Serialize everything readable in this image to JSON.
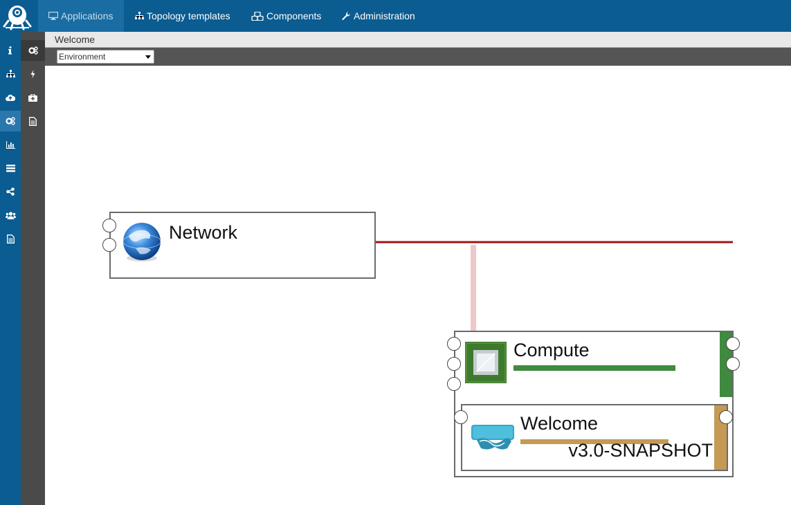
{
  "nav": {
    "items": [
      {
        "label": "Applications",
        "icon": "monitor-icon",
        "active": true
      },
      {
        "label": "Topology templates",
        "icon": "sitemap-icon"
      },
      {
        "label": "Components",
        "icon": "cubes-icon"
      },
      {
        "label": "Administration",
        "icon": "wrench-icon"
      }
    ]
  },
  "sidebar_primary": {
    "icons": [
      "info-icon",
      "sitemap-icon",
      "cloud-upload-icon",
      "gears-icon",
      "bar-chart-icon",
      "list-icon",
      "share-icon",
      "users-icon",
      "file-icon"
    ],
    "active_index": 3
  },
  "sidebar_secondary": {
    "icons": [
      "gears-icon",
      "bolt-icon",
      "medkit-icon",
      "file-icon"
    ],
    "active_index": 0
  },
  "breadcrumb": {
    "label": "Welcome"
  },
  "toolbar": {
    "environment_select": "Environment"
  },
  "topology": {
    "nodes": {
      "network": {
        "title": "Network",
        "icon": "globe-icon"
      },
      "compute": {
        "title": "Compute",
        "icon": "cpu-chip-icon",
        "accent": "#3f8a3f"
      },
      "welcome": {
        "title": "Welcome",
        "version": "v3.0-SNAPSHOT",
        "icon": "welcome-handshake-icon",
        "accent": "#c49a55"
      }
    },
    "link_colors": {
      "network_link": "#a31313",
      "relation": "#eec8c8"
    }
  }
}
